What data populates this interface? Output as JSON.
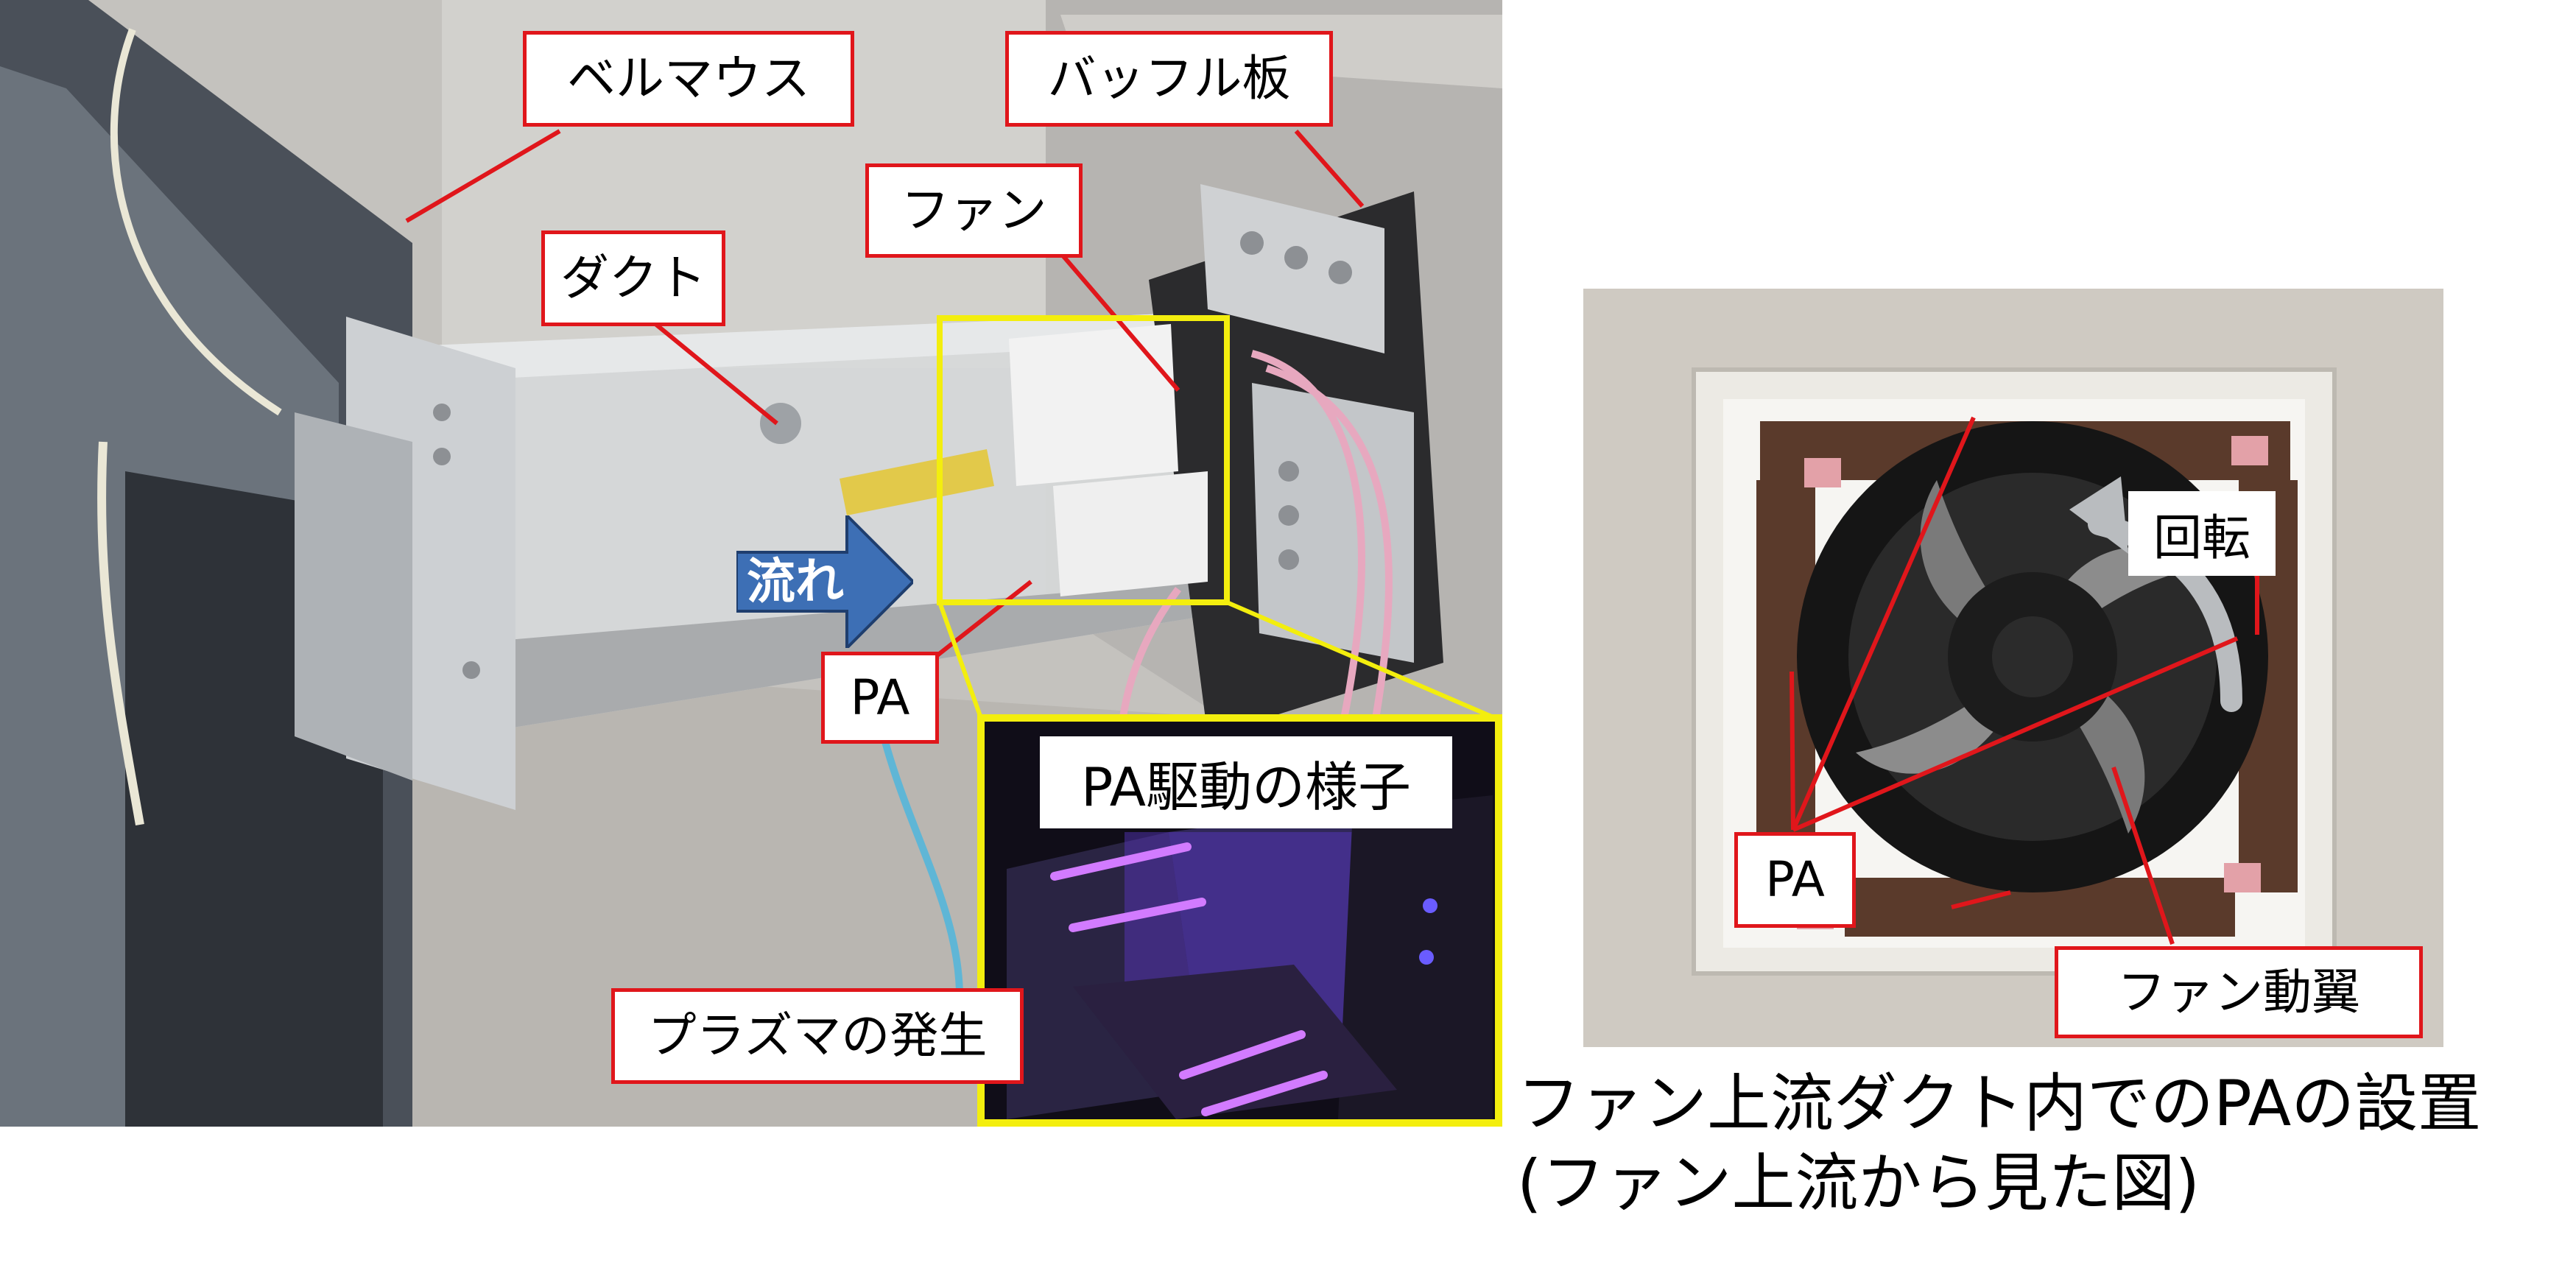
{
  "left_labels": {
    "bellmouth": "ベルマウス",
    "baffle": "バッフル板",
    "fan": "ファン",
    "duct": "ダクト",
    "pa": "PA",
    "plasma": "プラズマの発生"
  },
  "flow_label": "流れ",
  "inset_title": "PA駆動の様子",
  "right_labels": {
    "rotation": "回転",
    "pa": "PA",
    "fan_blade": "ファン動翼"
  },
  "caption": {
    "line1": "ファン上流ダクト内でのPAの設置",
    "line2": "(ファン上流から見た図)"
  },
  "colors": {
    "callout_red": "#e0161b",
    "highlight_yellow": "#f3ee0e",
    "flow_blue": "#3d6fb5",
    "plasma_violet": "#7b3cff"
  }
}
